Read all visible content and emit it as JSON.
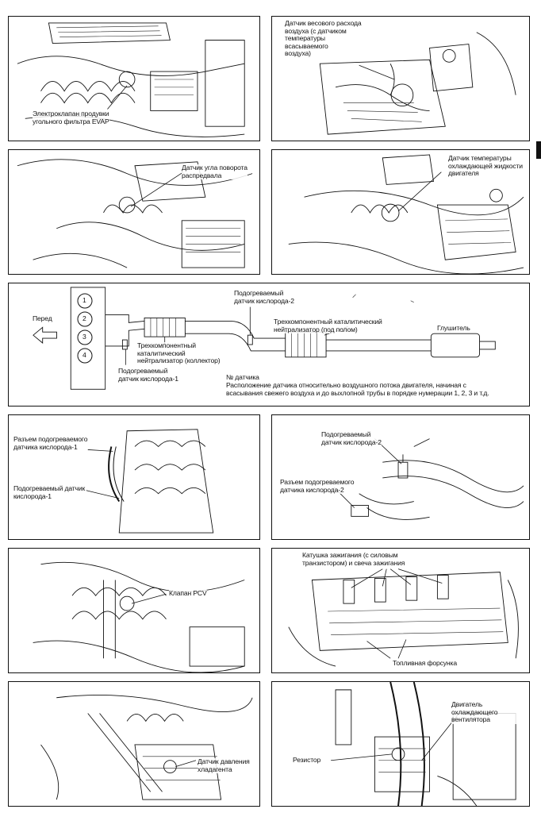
{
  "panels": {
    "p1": {
      "label": "Электроклапан продувки\nугольного фильтра EVAP"
    },
    "p2": {
      "label": "Датчик весового расхода\nвоздуха (с датчиком\nтемпературы\nвсасываемого\nвоздуха)"
    },
    "p3": {
      "label": "Датчик угла поворота\nраспредвала"
    },
    "p4": {
      "label": "Датчик температуры\nохлаждающей жидкости\nдвигателя"
    },
    "exhaust": {
      "front": "Перед",
      "cylinders": [
        "1",
        "2",
        "3",
        "4"
      ],
      "sensor2": "Подогреваемый\nдатчик кислорода-2",
      "cat_floor": "Трехкомпонентный каталитический\nнейтрализатор (под полом)",
      "muffler": "Глушитель",
      "cat_manifold": "Трехкомпонентный\nкаталитический\nнейтрализатор (коллектор)",
      "sensor1": "Подогреваемый\nдатчик кислорода-1",
      "note_title": "№ датчика",
      "note_body": "Расположение датчика относительно воздушного потока двигателя, начиная с\nвсасывания свежего воздуха и до выхлопной трубы в порядке нумерации 1, 2, 3 и т.д."
    },
    "p5": {
      "connector": "Разъем подогреваемого\nдатчика кислорода-1",
      "sensor": "Подогреваемый датчик\nкислорода-1"
    },
    "p6": {
      "sensor": "Подогреваемый\nдатчик кислорода-2",
      "connector": "Разъем подогреваемого\nдатчика кислорода-2"
    },
    "p7": {
      "label": "Клапан PCV"
    },
    "p8": {
      "coil": "Катушка зажигания (с силовым\nтранзистором) и свеча зажигания",
      "injector": "Топливная форсунка"
    },
    "p9": {
      "label": "Датчик давления\nхладагента"
    },
    "p10": {
      "resistor": "Резистор",
      "fan": "Двигатель охлаждающего\nвентилятора"
    }
  }
}
